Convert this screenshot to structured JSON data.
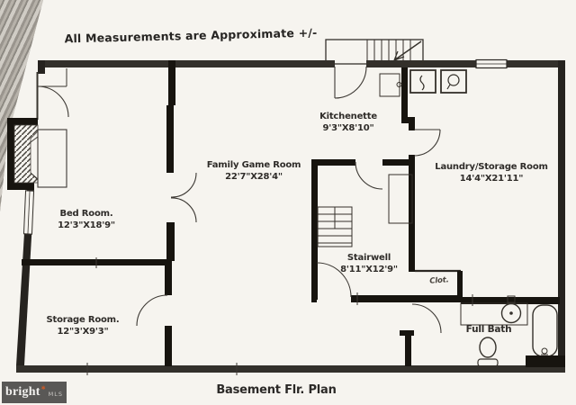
{
  "header": {
    "title": "All Measurements are Approximate +/-"
  },
  "caption": {
    "title": "Basement Flr. Plan"
  },
  "logo": {
    "brand": "bright",
    "star": "✱",
    "mls": "MLS"
  },
  "rooms": {
    "bedroom": {
      "name": "Bed Room.",
      "dims": "12'3\"X18'9\""
    },
    "storage": {
      "name": "Storage Room.",
      "dims": "12\"3'X9'3\""
    },
    "family": {
      "name": "Family Game Room",
      "dims": "22'7\"X28'4\""
    },
    "kitchenette": {
      "name": "Kitchenette",
      "dims": "9'3\"X8'10\""
    },
    "laundry": {
      "name": "Laundry/Storage Room",
      "dims": "14'4\"X21'11\""
    },
    "stairwell": {
      "name": "Stairwell",
      "dims": "8'11\"X12'9\""
    },
    "fullbath": {
      "name": "Full Bath"
    },
    "closet": {
      "name": "Clot."
    }
  },
  "colors": {
    "paper": "#f6f4ef",
    "wall_exterior": "#33302b",
    "wall_interior": "#17140f",
    "ink": "#2f2c29",
    "logo_bg": "#595856",
    "logo_star": "#c75b2a"
  }
}
